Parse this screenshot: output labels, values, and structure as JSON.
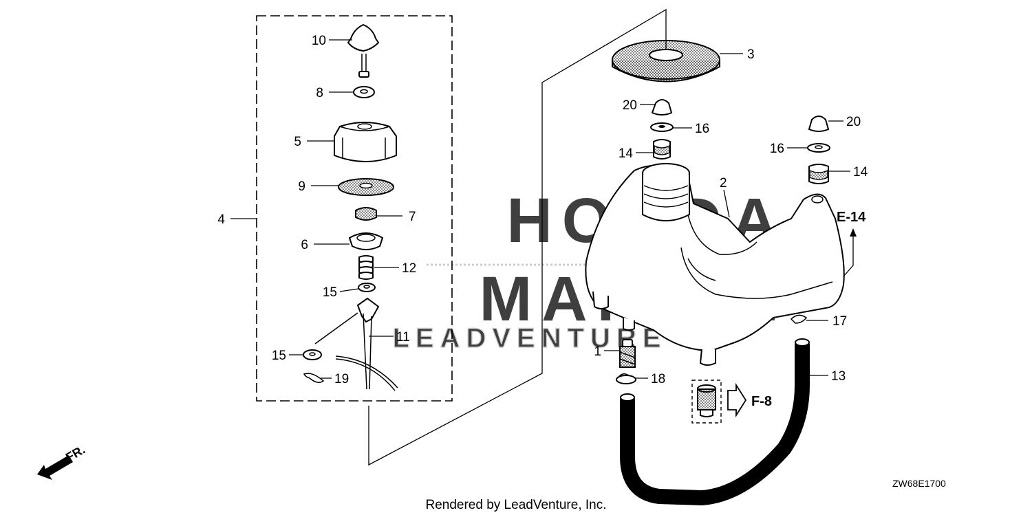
{
  "diagram": {
    "labels": {
      "p1": "1",
      "p2": "2",
      "p3": "3",
      "p4": "4",
      "p5": "5",
      "p6": "6",
      "p7": "7",
      "p8": "8",
      "p9": "9",
      "p10": "10",
      "p11": "11",
      "p12": "12",
      "p13": "13",
      "p14a": "14",
      "p14b": "14",
      "p15a": "15",
      "p15b": "15",
      "p16a": "16",
      "p16b": "16",
      "p17": "17",
      "p18": "18",
      "p19": "19",
      "p20a": "20",
      "p20b": "20"
    },
    "refs": {
      "e14": "E-14",
      "f8": "F-8"
    },
    "front_marker": "FR.",
    "diagram_code": "ZW68E1700",
    "credit": "Rendered by LeadVenture, Inc.",
    "watermark": {
      "line1": "HONDA",
      "line2": "MARINE",
      "line3": "LEADVENTURE"
    }
  }
}
